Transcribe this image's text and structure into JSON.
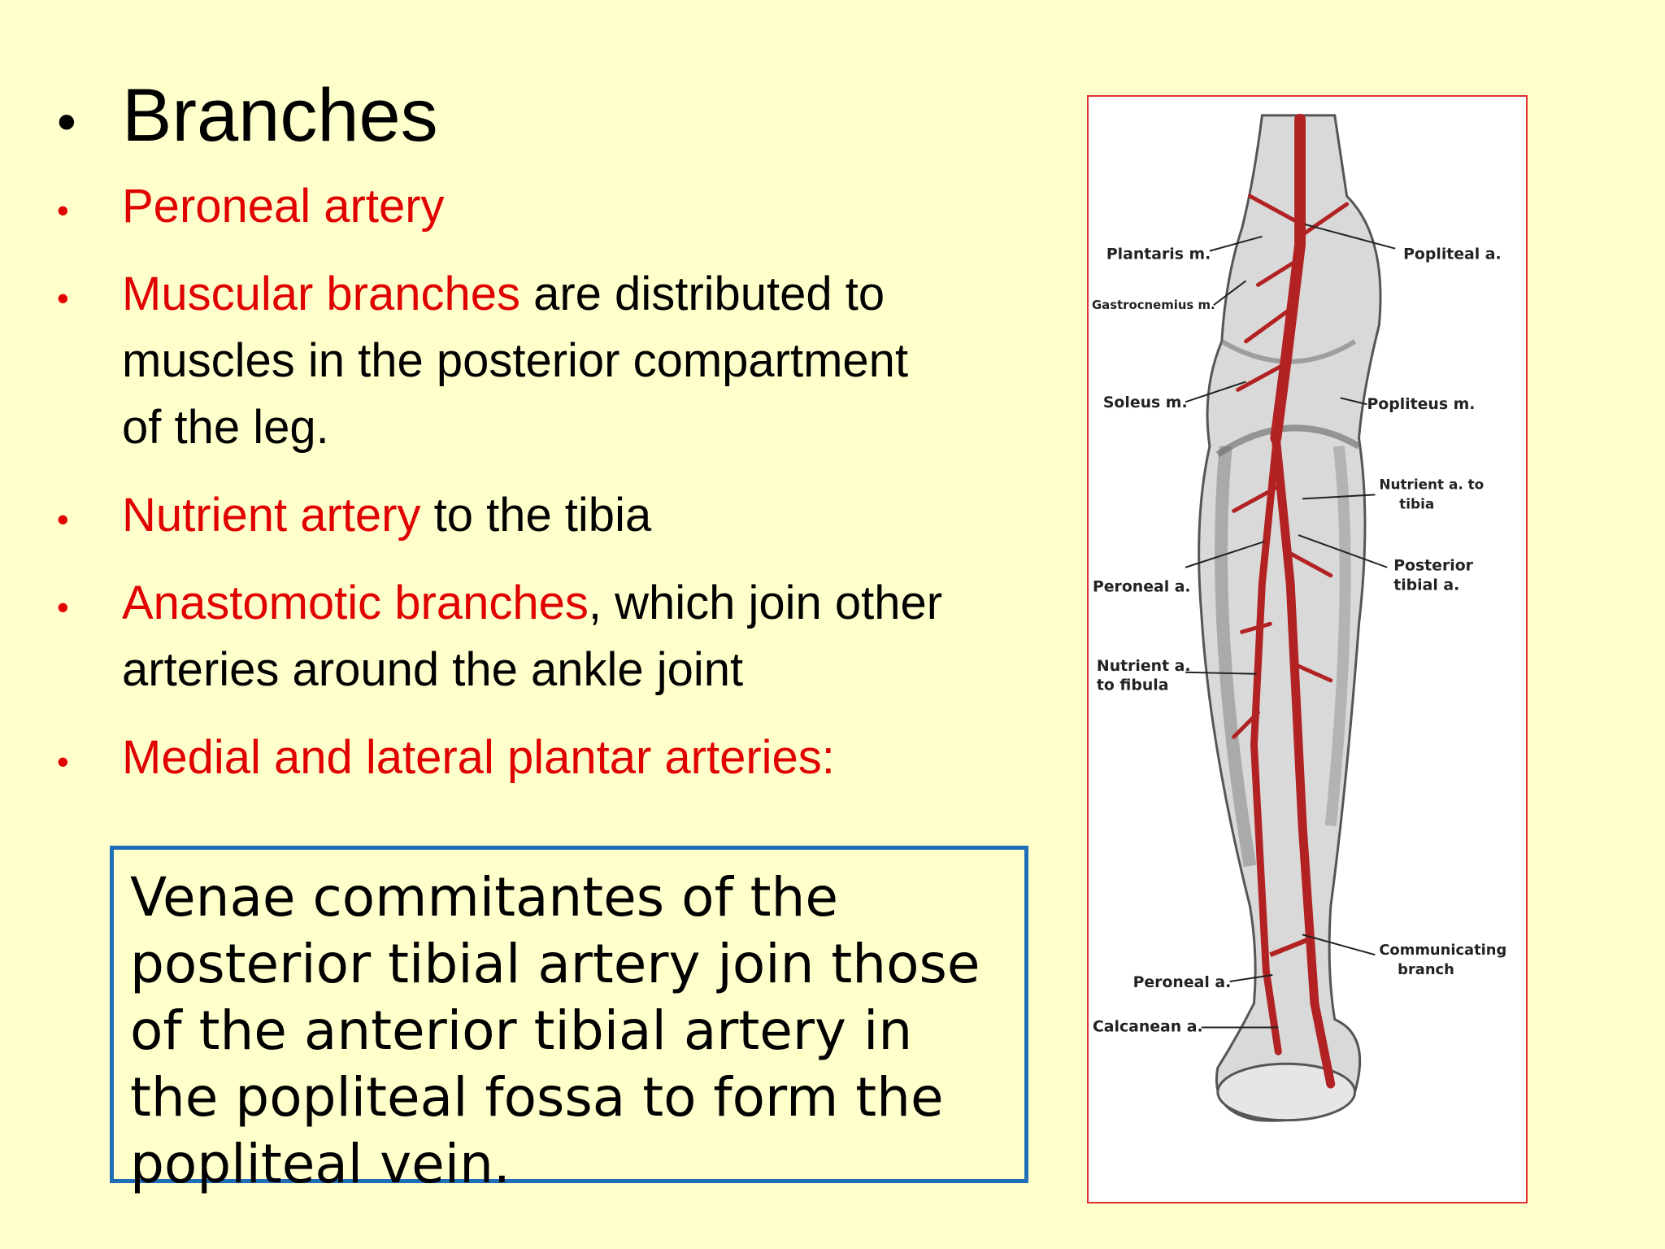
{
  "heading": "Branches",
  "bullets": [
    {
      "red": "Peroneal artery",
      "rest": ""
    },
    {
      "red": "Muscular branches",
      "rest": " are distributed to muscles in the posterior compartment of the leg."
    },
    {
      "red": "Nutrient artery",
      "rest": " to the tibia"
    },
    {
      "red": "Anastomotic branches",
      "rest": ", which join other arteries around the ankle joint"
    },
    {
      "red": "Medial and lateral plantar arteries:",
      "rest": ""
    }
  ],
  "callout": "Venae commitantes of the posterior tibial artery join those of the  anterior tibial artery in the popliteal fossa to form the popliteal vein.",
  "figure_labels": {
    "plantaris": "Plantaris m.",
    "popliteal": "Popliteal a.",
    "gastrocnemius": "Gastrocnemius m.",
    "soleus": "Soleus m.",
    "popliteus": "Popliteus m.",
    "nutrient_tibia_1": "Nutrient a. to",
    "nutrient_tibia_2": "tibia",
    "posterior_tibial_1": "Posterior",
    "posterior_tibial_2": "tibial a.",
    "peroneal_upper": "Peroneal a.",
    "nutrient_fibula_1": "Nutrient a.",
    "nutrient_fibula_2": "to fibula",
    "communicating_1": "Communicating",
    "communicating_2": "branch",
    "peroneal_lower": "Peroneal a.",
    "calcanean": "Calcanean a."
  },
  "colors": {
    "background": "#ffffcc",
    "accent_red": "#e00000",
    "callout_border": "#1f6fb8",
    "figure_border": "#e03030",
    "artery": "#b22222"
  }
}
